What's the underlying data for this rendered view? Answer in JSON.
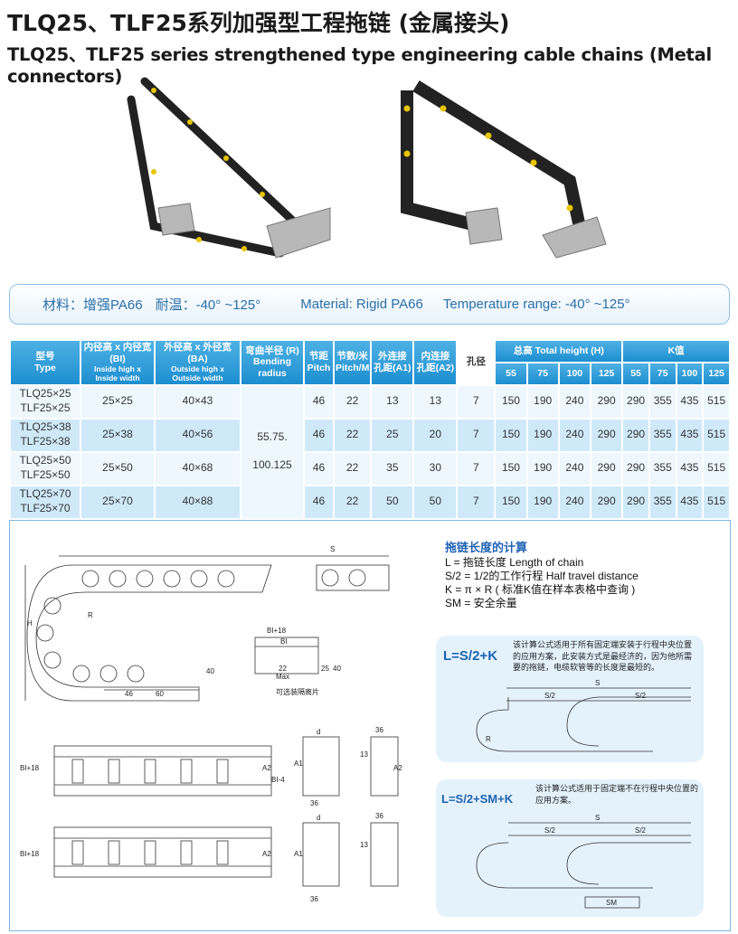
{
  "header": {
    "title": "TLQ25、TLF25系列加强型工程拖链 (金属接头)",
    "subtitle": "TLQ25、TLF25 series strengthened type engineering cable chains (Metal connectors)"
  },
  "material_bar": {
    "material_cn": "材料：增强PA66",
    "temp_cn": "耐温：-40° ~125°",
    "material_en": "Material: Rigid PA66",
    "temp_en": "Temperature range: -40° ~125°"
  },
  "table": {
    "headers": {
      "type_cn": "型号",
      "type_en": "Type",
      "bi_cn": "内径高 x 内径宽 (BI)",
      "bi_en": "Inside high x Inside width",
      "ba_cn": "外径高 x 外径宽 (BA)",
      "ba_en": "Outside high x Outside width",
      "r_cn": "弯曲半径 (R)",
      "r_en": "Bending radius",
      "pitch_cn": "节距",
      "pitch_en": "Pitch",
      "pm_cn": "节数/米",
      "pm_en": "Pitch/M",
      "a1_cn": "外连接",
      "a1_en": "孔距(A1)",
      "a2_cn": "内连接",
      "a2_en": "孔距(A2)",
      "hole": "孔径",
      "height": "总高 Total height (H)",
      "k": "K值",
      "sub": [
        "55",
        "75",
        "100",
        "125"
      ]
    },
    "radius": [
      "55.75.",
      "100.125"
    ],
    "rows": [
      {
        "type": [
          "TLQ25×25",
          "TLF25×25"
        ],
        "bi": "25×25",
        "ba": "40×43",
        "pitch": "46",
        "pm": "22",
        "a1": "13",
        "a2": "13",
        "hole": "7",
        "h": [
          "150",
          "190",
          "240",
          "290"
        ],
        "k": [
          "290",
          "355",
          "435",
          "515"
        ]
      },
      {
        "type": [
          "TLQ25×38",
          "TLF25×38"
        ],
        "bi": "25×38",
        "ba": "40×56",
        "pitch": "46",
        "pm": "22",
        "a1": "25",
        "a2": "20",
        "hole": "7",
        "h": [
          "150",
          "190",
          "240",
          "290"
        ],
        "k": [
          "290",
          "355",
          "435",
          "515"
        ]
      },
      {
        "type": [
          "TLQ25×50",
          "TLF25×50"
        ],
        "bi": "25×50",
        "ba": "40×68",
        "pitch": "46",
        "pm": "22",
        "a1": "35",
        "a2": "30",
        "hole": "7",
        "h": [
          "150",
          "190",
          "240",
          "290"
        ],
        "k": [
          "290",
          "355",
          "435",
          "515"
        ]
      },
      {
        "type": [
          "TLQ25×70",
          "TLF25×70"
        ],
        "bi": "25×70",
        "ba": "40×88",
        "pitch": "46",
        "pm": "22",
        "a1": "50",
        "a2": "50",
        "hole": "7",
        "h": [
          "150",
          "190",
          "240",
          "290"
        ],
        "k": [
          "290",
          "355",
          "435",
          "515"
        ]
      }
    ]
  },
  "drawing": {
    "S": "S",
    "H": "H",
    "R": "R",
    "d46": "46",
    "d60": "60",
    "d40": "40",
    "bi18": "BI+18",
    "bi": "BI",
    "max22": "22",
    "max": "Max",
    "d25": "25",
    "separator": "可选装隔离片",
    "a1": "A1",
    "a2": "A2",
    "bim4": "BI-4",
    "d": "d",
    "d36": "36",
    "d13": "13"
  },
  "calc": {
    "title": "拖链长度的计算",
    "lines": [
      "L  = 拖链长度 Length of chain",
      "S/2 = 1/2的工作行程 Half travel distance",
      "K  = π × R ( 标准K值在样本表格中查询 )",
      "SM = 安全余量"
    ]
  },
  "formula1": {
    "formula": "L=S/2+K",
    "note": "该计算公式适用于所有固定端安装于行程中央位置的应用方案，此安装方式是最经济的，因为他所需要的拖链，电缆软管等的长度是最短的。",
    "S": "S",
    "half1": "S/2",
    "half2": "S/2",
    "R": "R"
  },
  "formula2": {
    "formula": "L=S/2+SM+K",
    "note": "该计算公式适用于固定端不在行程中央位置的应用方案。",
    "S": "S",
    "half1": "S/2",
    "half2": "S/2",
    "SM": "SM"
  }
}
